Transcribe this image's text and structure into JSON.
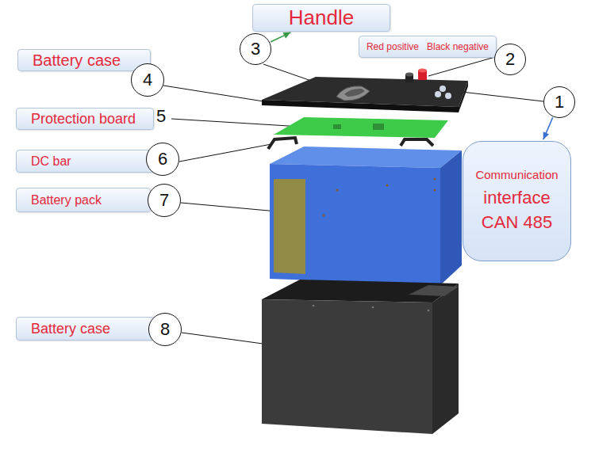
{
  "diagram": {
    "nodes": [
      {
        "text": [
          "Handle"
        ]
      },
      {
        "text": [
          "3"
        ]
      },
      {
        "text": [
          "Red positive",
          "Black negative"
        ]
      },
      {
        "text": [
          "2"
        ]
      },
      {
        "text": [
          "Battery case"
        ]
      },
      {
        "text": [
          "4"
        ]
      },
      {
        "text": [
          "1"
        ]
      },
      {
        "text": [
          "Protection board"
        ]
      },
      {
        "text": [
          "Communication",
          "interface CAN 485"
        ]
      },
      {
        "text": [
          "DC bar"
        ]
      },
      {
        "text": [
          "6"
        ]
      },
      {
        "text": [
          "Battery pack"
        ]
      },
      {
        "text": [
          "7"
        ]
      },
      {
        "text": [
          "Battery case"
        ]
      },
      {
        "text": [
          "8"
        ]
      }
    ],
    "edges": [
      {
        "from": 1,
        "to": 0,
        "arrow": "to"
      },
      {
        "from": 6,
        "to": 8,
        "arrow": "to"
      }
    ],
    "labels": [
      "5"
    ]
  }
}
